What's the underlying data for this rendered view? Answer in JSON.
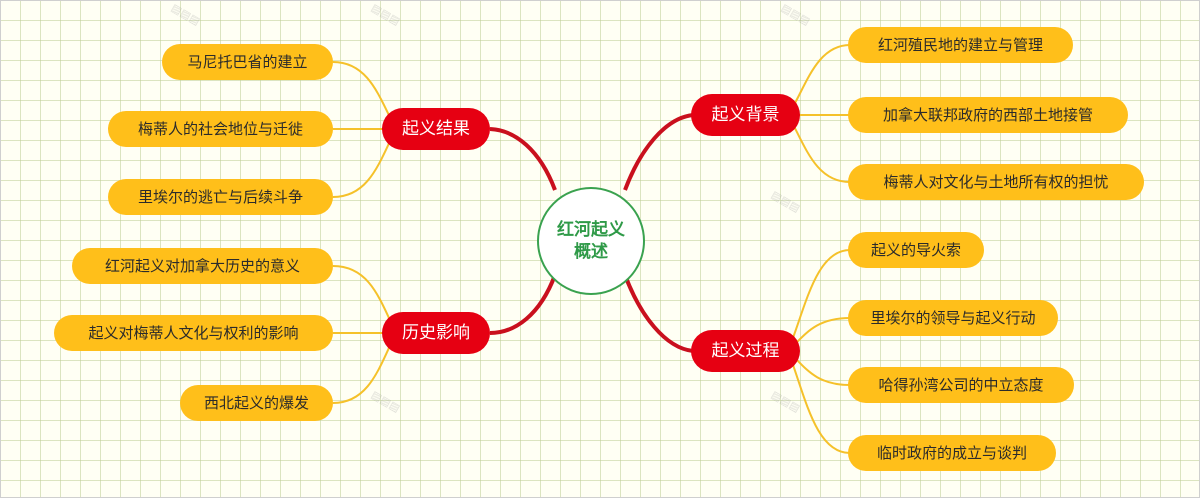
{
  "center": {
    "label": "红河起义概述"
  },
  "branches": [
    {
      "label": "起义背景",
      "items": [
        "红河殖民地的建立与管理",
        "加拿大联邦政府的西部土地接管",
        "梅蒂人对文化与土地所有权的担忧"
      ]
    },
    {
      "label": "起义过程",
      "items": [
        "起义的导火索",
        "里埃尔的领导与起义行动",
        "哈得孙湾公司的中立态度",
        "临时政府的成立与谈判"
      ]
    },
    {
      "label": "起义结果",
      "items": [
        "马尼托巴省的建立",
        "梅蒂人的社会地位与迁徙",
        "里埃尔的逃亡与后续斗争"
      ]
    },
    {
      "label": "历史影响",
      "items": [
        "红河起义对加拿大历史的意义",
        "起义对梅蒂人文化与权利的影响",
        "西北起义的爆发"
      ]
    }
  ],
  "colors": {
    "center_border": "#3aa24f",
    "center_text": "#2f9a48",
    "main_fill": "#e60012",
    "main_link": "#c9101e",
    "leaf_fill": "#ffbf1a",
    "leaf_link": "#f5c12a"
  }
}
